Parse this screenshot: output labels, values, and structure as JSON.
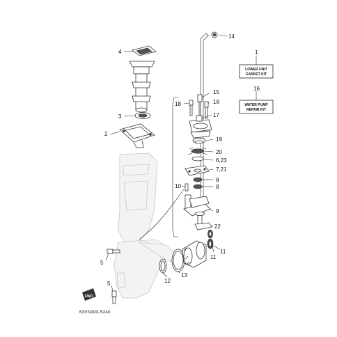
{
  "callouts": {
    "c1": "1",
    "c2": "2",
    "c3": "3",
    "c4": "4",
    "c5a": "5",
    "c5b": "5",
    "c6_23": "6,23",
    "c7_21": "7,21",
    "c8a": "8",
    "c8b": "8",
    "c9": "9",
    "c10": "10",
    "c11a": "11",
    "c11b": "11",
    "c12": "12",
    "c13": "13",
    "c14": "14",
    "c15": "15",
    "c16": "16",
    "c17": "17",
    "c18a": "18",
    "c18b": "18",
    "c19": "19",
    "c20": "20",
    "c22": "22"
  },
  "kits": {
    "lower_unit_line1": "LOWER UNIT",
    "lower_unit_line2": "GASKET KIT",
    "water_pump_line1": "WATER PUMP",
    "water_pump_line2": "REPAIR KIT"
  },
  "badge": "FWD",
  "diagram_code": "63VN300-S240"
}
